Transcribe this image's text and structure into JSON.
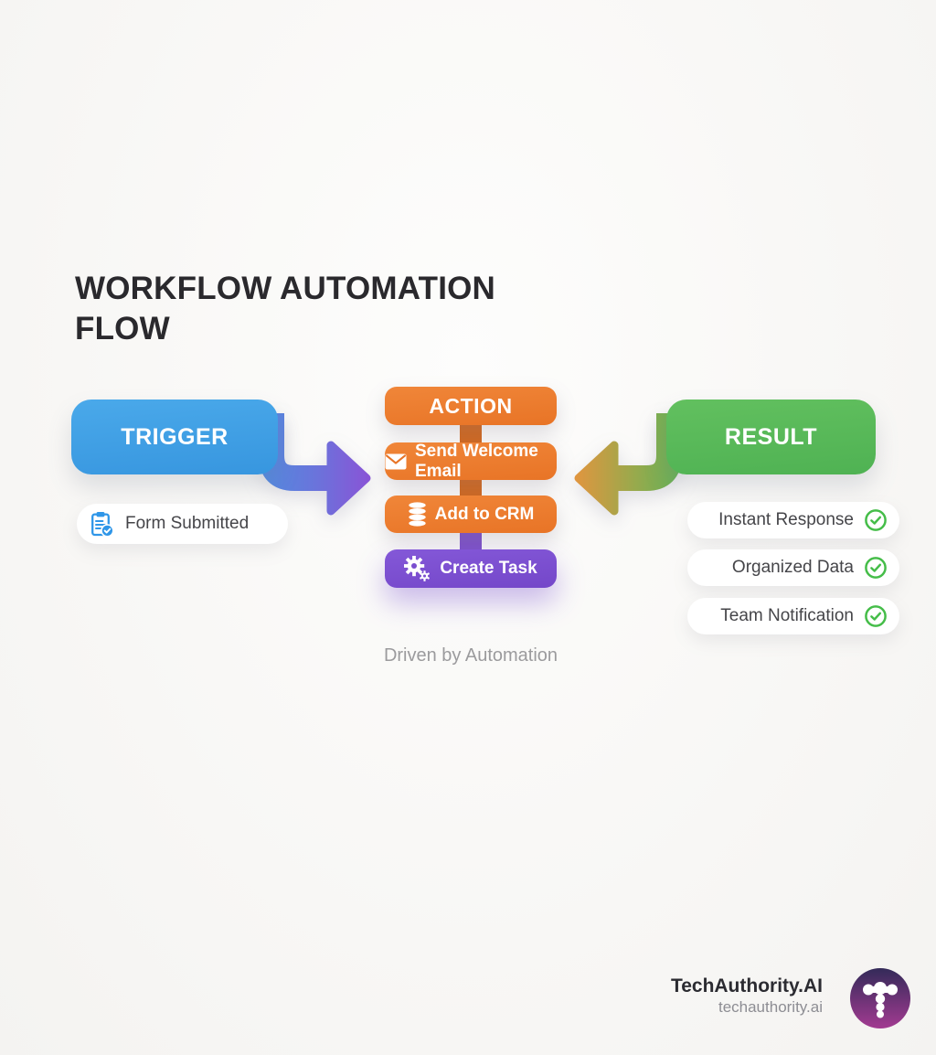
{
  "title": {
    "line1": "WORKFLOW AUTOMATION",
    "line2": "FLOW"
  },
  "trigger": {
    "label": "TRIGGER",
    "color": "#3b9ce2",
    "items": [
      {
        "label": "Form Submitted",
        "icon": "clipboard-check-icon",
        "icon_color": "#2f96e8"
      }
    ]
  },
  "action": {
    "label": "ACTION",
    "color": "#ee7b30",
    "connector_color": "#d2691f",
    "steps": [
      {
        "label": "Send Welcome Email",
        "icon": "envelope-icon",
        "color": "#ee7b30"
      },
      {
        "label": "Add to CRM",
        "icon": "database-icon",
        "color": "#ee7b30"
      },
      {
        "label": "Create Task",
        "icon": "gears-icon",
        "color": "#7a4ecf"
      }
    ]
  },
  "result": {
    "label": "RESULT",
    "color": "#55b656",
    "check_color": "#45bd49",
    "items": [
      {
        "label": "Instant Response",
        "icon": "check-circle-icon"
      },
      {
        "label": "Organized Data",
        "icon": "check-circle-icon"
      },
      {
        "label": "Team Notification",
        "icon": "check-circle-icon"
      }
    ]
  },
  "arrows": {
    "right_arrow_gradient": [
      "#4b93e2",
      "#8b52d6"
    ],
    "left_arrow_gradient": [
      "#e2953f",
      "#57b55a"
    ]
  },
  "caption": "Driven by Automation",
  "branding": {
    "name": "TechAuthority.AI",
    "domain": "techauthority.ai",
    "logo": "techauthority-t-logo",
    "logo_gradient": [
      "#322a58",
      "#a43b92"
    ]
  }
}
